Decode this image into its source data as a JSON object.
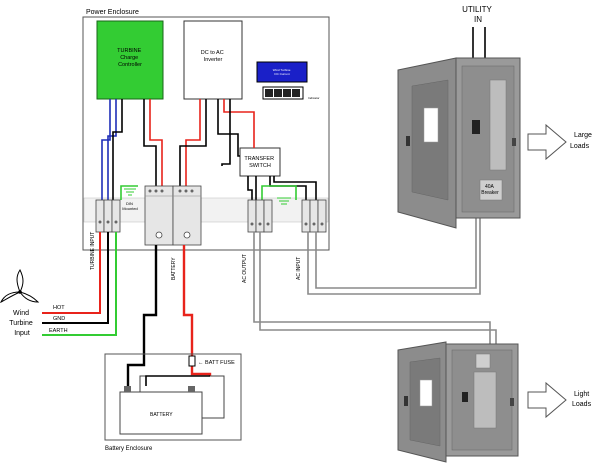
{
  "enclosures": {
    "power": "Power Enclosure",
    "battery": "Battery Enclosure"
  },
  "components": {
    "charge_controller": [
      "TURBINE",
      "Charge",
      "Controller"
    ],
    "inverter": [
      "DC to AC",
      "Inverter"
    ],
    "meter_display": [
      "Wind Turbine",
      "DC Current"
    ],
    "meter_caption": "Indicator",
    "transfer_switch": [
      "TRANSFER",
      "SWITCH"
    ],
    "din_mounted": [
      "DIN",
      "Mounted"
    ],
    "battery": "BATTERY",
    "batt_fuse": "← BATT FUSE"
  },
  "breaker_labels": {
    "turbine_input": "TURBINE INPUT",
    "battery": "BATTERY",
    "ac_output": "AC OUTPUT",
    "ac_input": "AC INPUT"
  },
  "wires": {
    "hot": "HOT",
    "gnd": "GND",
    "earth": "EARTH"
  },
  "turbine": [
    "Wind",
    "Turbine",
    "Input"
  ],
  "utility": [
    "UTILITY",
    "IN"
  ],
  "panels": {
    "breaker_40a": [
      "40A",
      "Breaker"
    ],
    "large_loads": [
      "Large",
      "Loads"
    ],
    "light_loads": [
      "Light",
      "Loads"
    ]
  },
  "colors": {
    "controller_fill": "#33cc33",
    "hot_wire": "#e8231b",
    "gnd_wire": "#000000",
    "earth_wire": "#33cc33",
    "dc_blue": "#1f2eb8",
    "ac_gray": "#8a8a8a",
    "panel_gray": "#8c8c8c"
  }
}
